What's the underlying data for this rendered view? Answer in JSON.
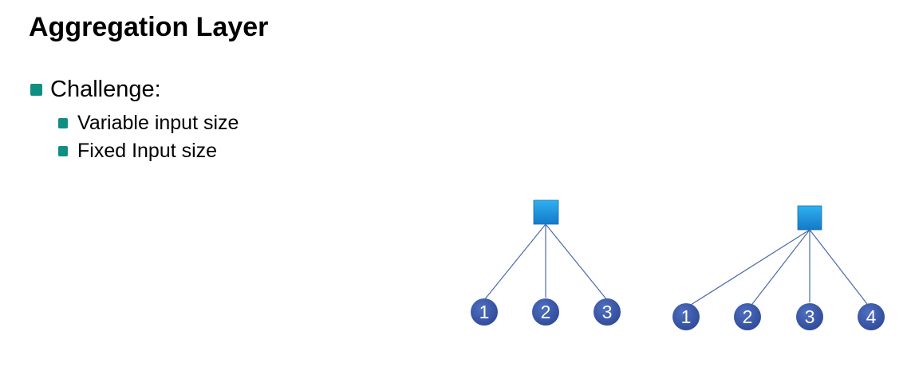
{
  "slide": {
    "title": "Aggregation Layer",
    "bullets": [
      {
        "text": "Challenge:"
      }
    ],
    "sub_bullets": [
      {
        "text": "Variable input size"
      },
      {
        "text": "Fixed Input size"
      }
    ]
  },
  "diagrams": [
    {
      "root": "square",
      "nodes": [
        "1",
        "2",
        "3"
      ]
    },
    {
      "root": "square",
      "nodes": [
        "1",
        "2",
        "3",
        "4"
      ]
    }
  ],
  "colors": {
    "bullet": "#0f8f82",
    "root_fill": "#1a8fd8",
    "node_fill": "#3f5aa8",
    "edge": "#4a6aa8",
    "text": "#000000"
  }
}
